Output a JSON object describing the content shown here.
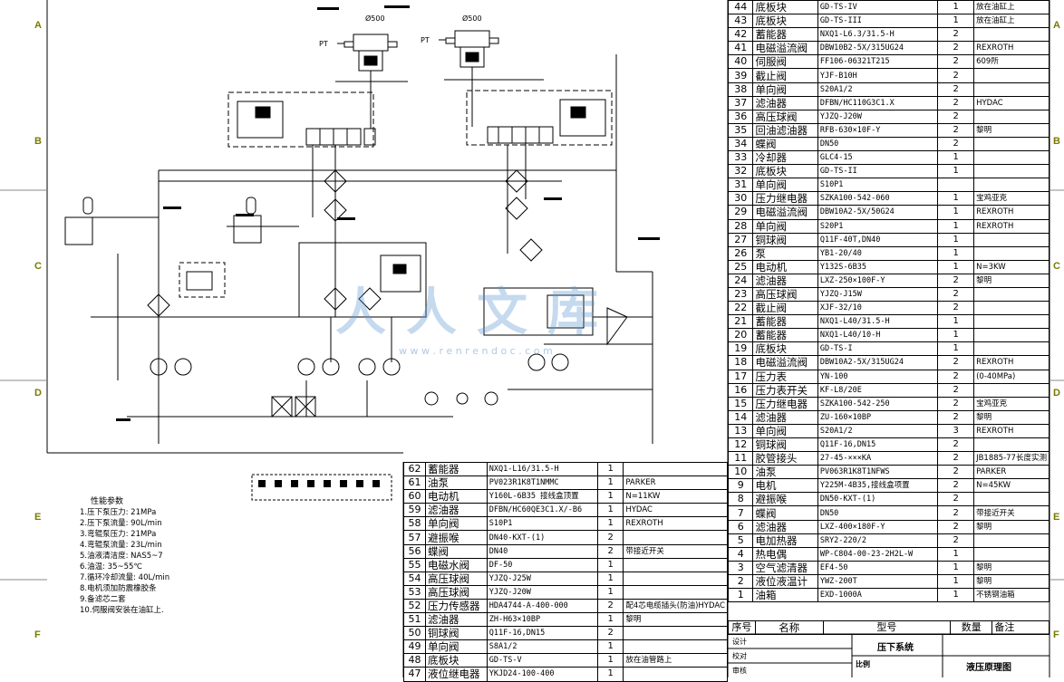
{
  "zones_left": [
    "A",
    "B",
    "C",
    "D",
    "E",
    "F"
  ],
  "zones_right": [
    "A",
    "B",
    "C",
    "D",
    "E",
    "F"
  ],
  "cylinder_labels": [
    "Ø500",
    "Ø500"
  ],
  "pt_label": "PT",
  "performance": {
    "title": "性能参数",
    "items": [
      "1.压下泵压力: 21MPa",
      "2.压下泵流量: 90L/min",
      "3.弯辊泵压力: 21MPa",
      "4.弯辊泵流量: 23L/min",
      "5.油液清洁度: NAS5~7",
      "6.油温:     35~55℃",
      "7.循环冷却流量: 40L/min",
      "8.电机须加防震橡胶条",
      "9.备滤芯二套",
      "10.伺服阀安装在油缸上."
    ]
  },
  "right_table": [
    [
      "44",
      "底板块",
      "GD-TS-IV",
      "1",
      "放在油缸上"
    ],
    [
      "43",
      "底板块",
      "GD-TS-III",
      "1",
      "放在油缸上"
    ],
    [
      "42",
      "蓄能器",
      "NXQ1-L6.3/31.5-H",
      "2",
      ""
    ],
    [
      "41",
      "电磁溢流阀",
      "DBW10B2-5X/315UG24",
      "2",
      "REXROTH"
    ],
    [
      "40",
      "伺服阀",
      "FF106-06321T215",
      "2",
      "609所"
    ],
    [
      "39",
      "截止阀",
      "YJF-B10H",
      "2",
      ""
    ],
    [
      "38",
      "单向阀",
      "S20A1/2",
      "2",
      ""
    ],
    [
      "37",
      "滤油器",
      "DFBN/HC110G3C1.X",
      "2",
      "HYDAC"
    ],
    [
      "36",
      "高压球阀",
      "YJZQ-J20W",
      "2",
      ""
    ],
    [
      "35",
      "回油滤油器",
      "RFB-630×10F-Y",
      "2",
      "黎明"
    ],
    [
      "34",
      "蝶阀",
      "DN50",
      "2",
      ""
    ],
    [
      "33",
      "冷却器",
      "GLC4-15",
      "1",
      ""
    ],
    [
      "32",
      "底板块",
      "GD-TS-II",
      "1",
      ""
    ],
    [
      "31",
      "单向阀",
      "S10P1",
      "",
      ""
    ],
    [
      "30",
      "压力继电器",
      "SZKA100-542-060",
      "1",
      "宝鸡亚克"
    ],
    [
      "29",
      "电磁溢流阀",
      "DBW10A2-5X/50G24",
      "1",
      "REXROTH"
    ],
    [
      "28",
      "单向阀",
      "S20P1",
      "1",
      "REXROTH"
    ],
    [
      "27",
      "铜球阀",
      "Q11F-40T,DN40",
      "1",
      ""
    ],
    [
      "26",
      "泵",
      "YB1-20/40",
      "1",
      ""
    ],
    [
      "25",
      "电动机",
      "Y132S-6B35",
      "1",
      "N=3KW"
    ],
    [
      "24",
      "滤油器",
      "LXZ-250×100F-Y",
      "2",
      "黎明"
    ],
    [
      "23",
      "高压球阀",
      "YJZQ-J15W",
      "2",
      ""
    ],
    [
      "22",
      "截止阀",
      "XJF-32/10",
      "2",
      ""
    ],
    [
      "21",
      "蓄能器",
      "NXQ1-L40/31.5-H",
      "1",
      ""
    ],
    [
      "20",
      "蓄能器",
      "NXQ1-L40/10-H",
      "1",
      ""
    ],
    [
      "19",
      "底板块",
      "GD-TS-I",
      "1",
      ""
    ],
    [
      "18",
      "电磁溢流阀",
      "DBW10A2-5X/315UG24",
      "2",
      "REXROTH"
    ],
    [
      "17",
      "压力表",
      "YN-100",
      "2",
      "(0-40MPa)"
    ],
    [
      "16",
      "压力表开关",
      "KF-L8/20E",
      "2",
      ""
    ],
    [
      "15",
      "压力继电器",
      "SZKA100-542-250",
      "2",
      "宝鸡亚克"
    ],
    [
      "14",
      "滤油器",
      "ZU-160×10BP",
      "2",
      "黎明"
    ],
    [
      "13",
      "单向阀",
      "S20A1/2",
      "3",
      "REXROTH"
    ],
    [
      "12",
      "铜球阀",
      "Q11F-16,DN15",
      "2",
      ""
    ],
    [
      "11",
      "胶管接头",
      "27-45-×××KA",
      "2",
      "JB1885-77长度实测"
    ],
    [
      "10",
      "油泵",
      "PV063R1K8T1NFWS",
      "2",
      "PARKER"
    ],
    [
      "9",
      "电机",
      "Y225M-4B35,接线盒项置",
      "2",
      "N=45KW"
    ],
    [
      "8",
      "避振喉",
      "DN50-KXT-(1)",
      "2",
      ""
    ],
    [
      "7",
      "蝶阀",
      "DN50",
      "2",
      "带接近开关"
    ],
    [
      "6",
      "滤油器",
      "LXZ-400×180F-Y",
      "2",
      "黎明"
    ],
    [
      "5",
      "电加热器",
      "SRY2-220/2",
      "2",
      ""
    ],
    [
      "4",
      "热电偶",
      "WP-C804-00-23-2H2L-W",
      "1",
      ""
    ],
    [
      "3",
      "空气滤清器",
      "EF4-50",
      "1",
      "黎明"
    ],
    [
      "2",
      "液位液温计",
      "YWZ-200T",
      "1",
      "黎明"
    ],
    [
      "1",
      "油箱",
      "EXD-1000A",
      "1",
      "不锈钢油箱"
    ]
  ],
  "right_header": [
    "序号",
    "名称",
    "型号",
    "数量",
    "备注"
  ],
  "mid_table": [
    [
      "62",
      "蓄能器",
      "NXQ1-L16/31.5-H",
      "1",
      ""
    ],
    [
      "61",
      "油泵",
      "PV023R1K8T1NMMC",
      "1",
      "PARKER"
    ],
    [
      "60",
      "电动机",
      "Y160L-6B35 接线盒顶置",
      "1",
      "N=11KW"
    ],
    [
      "59",
      "滤油器",
      "DFBN/HC60QE3C1.X/-B6",
      "1",
      "HYDAC"
    ],
    [
      "58",
      "单向阀",
      "S10P1",
      "1",
      "REXROTH"
    ],
    [
      "57",
      "避振喉",
      "DN40-KXT-(1)",
      "2",
      ""
    ],
    [
      "56",
      "蝶阀",
      "DN40",
      "2",
      "带接近开关"
    ],
    [
      "55",
      "电磁水阀",
      "DF-50",
      "1",
      ""
    ],
    [
      "54",
      "高压球阀",
      "YJZQ-J25W",
      "1",
      ""
    ],
    [
      "53",
      "高压球阀",
      "YJZQ-J20W",
      "1",
      ""
    ],
    [
      "52",
      "压力传感器",
      "HDA4744-A-400-000",
      "2",
      "配4芯电缆插头(防油)HYDAC"
    ],
    [
      "51",
      "滤油器",
      "ZH-H63×10BP",
      "1",
      "黎明"
    ],
    [
      "50",
      "铜球阀",
      "Q11F-16,DN15",
      "2",
      ""
    ],
    [
      "49",
      "单向阀",
      "S8A1/2",
      "1",
      ""
    ],
    [
      "48",
      "底板块",
      "GD-TS-V",
      "1",
      "放在油管路上"
    ],
    [
      "47",
      "液位继电器",
      "YKJD24-100-400",
      "1",
      ""
    ]
  ],
  "title_block": {
    "system": "压下系统",
    "drawing": "液压原理图",
    "rows": [
      "设计",
      "校对",
      "审核"
    ],
    "ratio": "比例"
  },
  "watermark": {
    "cn": "人人文库",
    "url": "w w w . r e n r e n d o c . c o m"
  }
}
